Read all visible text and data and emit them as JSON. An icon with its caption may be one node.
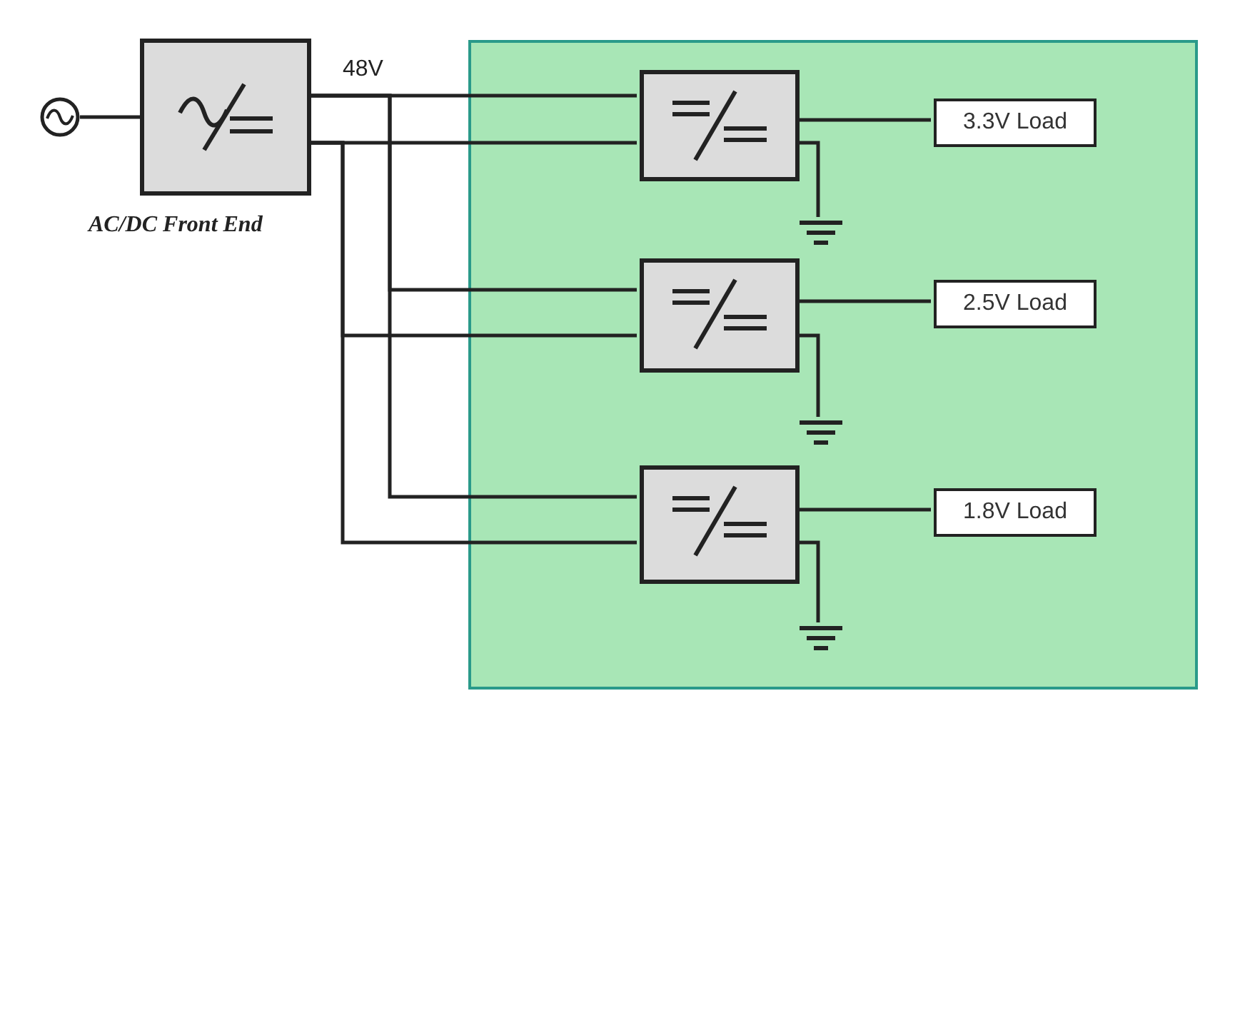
{
  "diagram": {
    "nodes": [
      {
        "text": [],
        "shape": "circle"
      },
      {
        "text": [
          "AC/DC Front End"
        ]
      },
      {
        "text": [],
        "shape": "box"
      },
      {
        "text": [],
        "shape": "box",
        "in": 2
      },
      {
        "text": [],
        "shape": "box",
        "in": 2
      },
      {
        "text": [],
        "shape": "box",
        "in": 2
      },
      {
        "text": [
          "3.3V Load"
        ],
        "in": 2
      },
      {
        "text": [
          "2.5V Load"
        ],
        "in": 2
      },
      {
        "text": [
          "1.8V Load"
        ],
        "in": 2
      },
      {
        "text": [],
        "shape": "ground",
        "in": 2
      },
      {
        "text": [],
        "shape": "ground",
        "in": 2
      },
      {
        "text": [],
        "shape": "ground",
        "in": 2
      }
    ],
    "edges": [
      {
        "from": 0,
        "to": 1,
        "arrow": "none"
      },
      {
        "from": 1,
        "to": 3,
        "arrow": "none"
      },
      {
        "from": 1,
        "to": 3,
        "arrow": "none"
      },
      {
        "from": 1,
        "to": 4,
        "arrow": "none"
      },
      {
        "from": 1,
        "to": 4,
        "arrow": "none"
      },
      {
        "from": 1,
        "to": 5,
        "arrow": "none"
      },
      {
        "from": 1,
        "to": 5,
        "arrow": "none"
      },
      {
        "from": 3,
        "to": 6,
        "arrow": "none"
      },
      {
        "from": 4,
        "to": 7,
        "arrow": "none"
      },
      {
        "from": 5,
        "to": 8,
        "arrow": "none"
      },
      {
        "from": 3,
        "to": 9,
        "arrow": "none"
      },
      {
        "from": 4,
        "to": 10,
        "arrow": "none"
      },
      {
        "from": 5,
        "to": 11,
        "arrow": "none"
      }
    ],
    "labels": [
      "48V"
    ]
  }
}
